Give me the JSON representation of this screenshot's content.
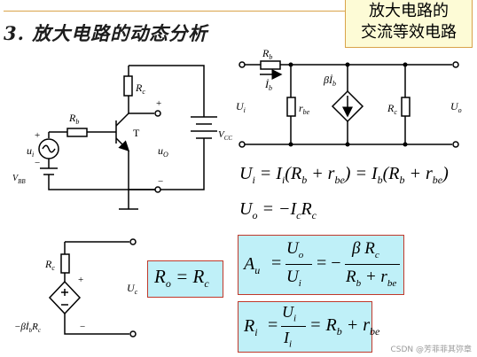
{
  "title": "3. 放大电路的动态分析",
  "callout": {
    "line1": "放大电路的",
    "line2": "交流等效电路"
  },
  "circuit_left": {
    "rc": "R",
    "rc_sub": "c",
    "plus_out": "+",
    "transistor": "T",
    "vcc": "V",
    "vcc_sub": "CC",
    "rb": "R",
    "rb_sub": "b",
    "plus_in": "+",
    "ui": "u",
    "ui_sub": "i",
    "minus_in": "−",
    "vbb": "V",
    "vbb_sub": "BB",
    "uo": "u",
    "uo_sub": "O",
    "minus_out": "−"
  },
  "circuit_right": {
    "rb": "R",
    "rb_sub": "b",
    "ib": "İ",
    "ib_sub": "b",
    "ui": "U",
    "ui_sub": "i",
    "rbe": "r",
    "rbe_sub": "be",
    "src": "βİ",
    "src_sub": "b",
    "rc": "R",
    "rc_sub": "c",
    "uo": "U",
    "uo_sub": "o"
  },
  "circuit_bottom": {
    "rc": "R",
    "rc_sub": "c",
    "plus": "+",
    "minus": "−",
    "src": "−βİ",
    "src_sub": "b",
    "src_tail": "R",
    "src_tail_sub": "c",
    "uc": "U",
    "uc_sub": "c"
  },
  "eq1": {
    "lhs": "U",
    "lhs_sub": "i",
    "mid": " = I",
    "mid_sub": "i",
    "t1": "(R",
    "t1_sub": "b",
    "t2": " + r",
    "t2_sub": "be",
    "t3": ") = I",
    "t3_sub": "b",
    "t4": "(R",
    "t4_sub": "b",
    "t5": " + r",
    "t5_sub": "be",
    "t6": ")"
  },
  "eq2": {
    "lhs": "U",
    "lhs_sub": "o",
    "rhs": " = −I",
    "rhs_sub": "c",
    "rc": "R",
    "rc_sub": "c"
  },
  "ro": {
    "lhs": "R",
    "lhs_sub": "o",
    "eq": " = R",
    "eq_sub": "c"
  },
  "au": {
    "lhs": "A",
    "lhs_sub": "u",
    "eq": "=",
    "num": "U",
    "num_sub": "o",
    "den": "U",
    "den_sub": "i",
    "eq2": "= −",
    "num2": "β R",
    "num2_sub": "c",
    "den2a": "R",
    "den2a_sub": "b",
    "den2b": " + r",
    "den2b_sub": "be"
  },
  "ri": {
    "lhs": "R",
    "lhs_sub": "i",
    "eq": "=",
    "num": "U",
    "num_sub": "i",
    "den": "I",
    "den_sub": "i",
    "eq2": "= R",
    "eq2_sub": "b",
    "t": " + r",
    "t_sub": "be"
  },
  "watermark": "CSDN @芳菲菲其弥章"
}
